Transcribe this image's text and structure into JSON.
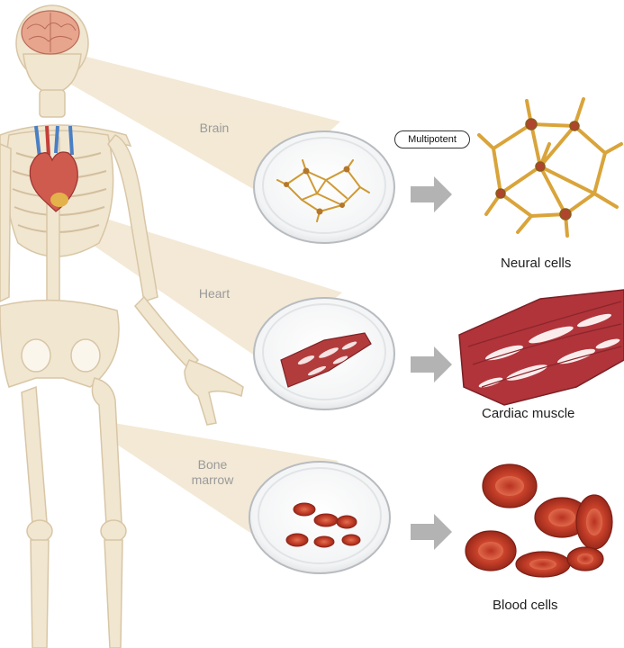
{
  "badge": "Multipotent",
  "organs": {
    "brain": "Brain",
    "heart": "Heart",
    "bone_marrow": "Bone marrow"
  },
  "cells": {
    "neural": "Neural cells",
    "cardiac": "Cardiac muscle",
    "blood": "Blood cells"
  },
  "colors": {
    "bone": "#efe3cd",
    "bone_line": "#d6c3a3",
    "beam": "#e9d8ba",
    "neuron": "#d9a43a",
    "muscle": "#b0343a",
    "blood": "#c9452f",
    "arrow": "#b3b3b3"
  }
}
